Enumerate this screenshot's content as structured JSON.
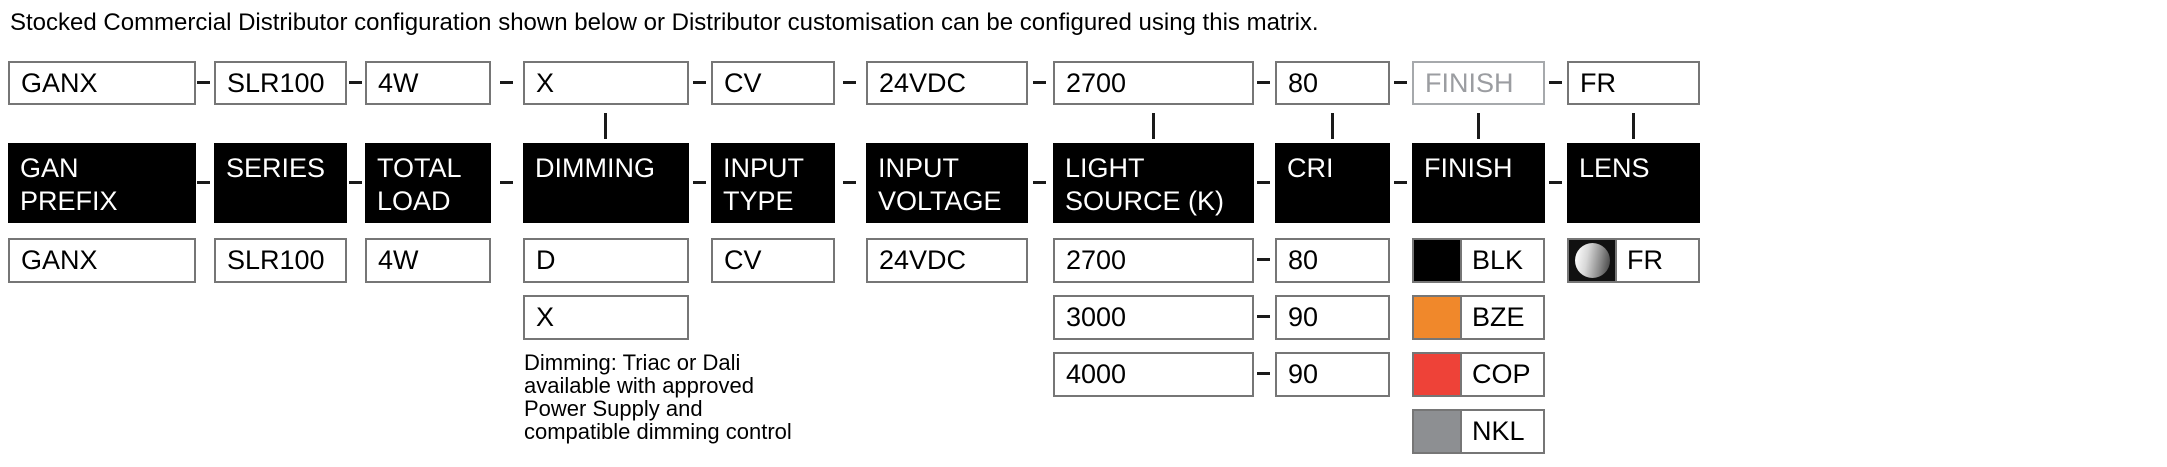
{
  "title": "Stocked Commercial Distributor configuration shown below or Distributor customisation can be configured using this matrix.",
  "colors": {
    "header_bg": "#000000",
    "swatch_black": "#000000",
    "swatch_bronze": "#F0882B",
    "swatch_copper": "#EE4238",
    "swatch_nickel": "#8D8F92"
  },
  "columns": [
    {
      "id": "gan-prefix",
      "header": "GAN\nPREFIX",
      "model_value": "GANX",
      "options": [
        "GANX"
      ]
    },
    {
      "id": "series",
      "header": "SERIES",
      "model_value": "SLR100",
      "options": [
        "SLR100"
      ]
    },
    {
      "id": "total-load",
      "header": "TOTAL\nLOAD",
      "model_value": "4W",
      "options": [
        "4W"
      ]
    },
    {
      "id": "dimming",
      "header": "DIMMING",
      "model_value": "X",
      "options": [
        "D",
        "X"
      ],
      "note": "Dimming: Triac or Dali\navailable with approved\nPower Supply and\ncompatible dimming control"
    },
    {
      "id": "input-type",
      "header": "INPUT\nTYPE",
      "model_value": "CV",
      "options": [
        "CV"
      ]
    },
    {
      "id": "input-voltage",
      "header": "INPUT\nVOLTAGE",
      "model_value": "24VDC",
      "options": [
        "24VDC"
      ]
    },
    {
      "id": "light-source",
      "header": "LIGHT\nSOURCE (K)",
      "model_value": "2700",
      "options": [
        "2700",
        "3000",
        "4000"
      ]
    },
    {
      "id": "cri",
      "header": "CRI",
      "model_value": "80",
      "options": [
        "80",
        "90",
        "90"
      ]
    },
    {
      "id": "finish",
      "header": "FINISH",
      "model_value": "FINISH",
      "model_is_placeholder": true,
      "options": [
        {
          "label": "BLK",
          "color": "#000000"
        },
        {
          "label": "BZE",
          "color": "#F0882B"
        },
        {
          "label": "COP",
          "color": "#EE4238"
        },
        {
          "label": "NKL",
          "color": "#8D8F92"
        }
      ]
    },
    {
      "id": "lens",
      "header": "LENS",
      "model_value": "FR",
      "options": [
        {
          "label": "FR",
          "icon": "frosted-sphere"
        }
      ]
    }
  ]
}
